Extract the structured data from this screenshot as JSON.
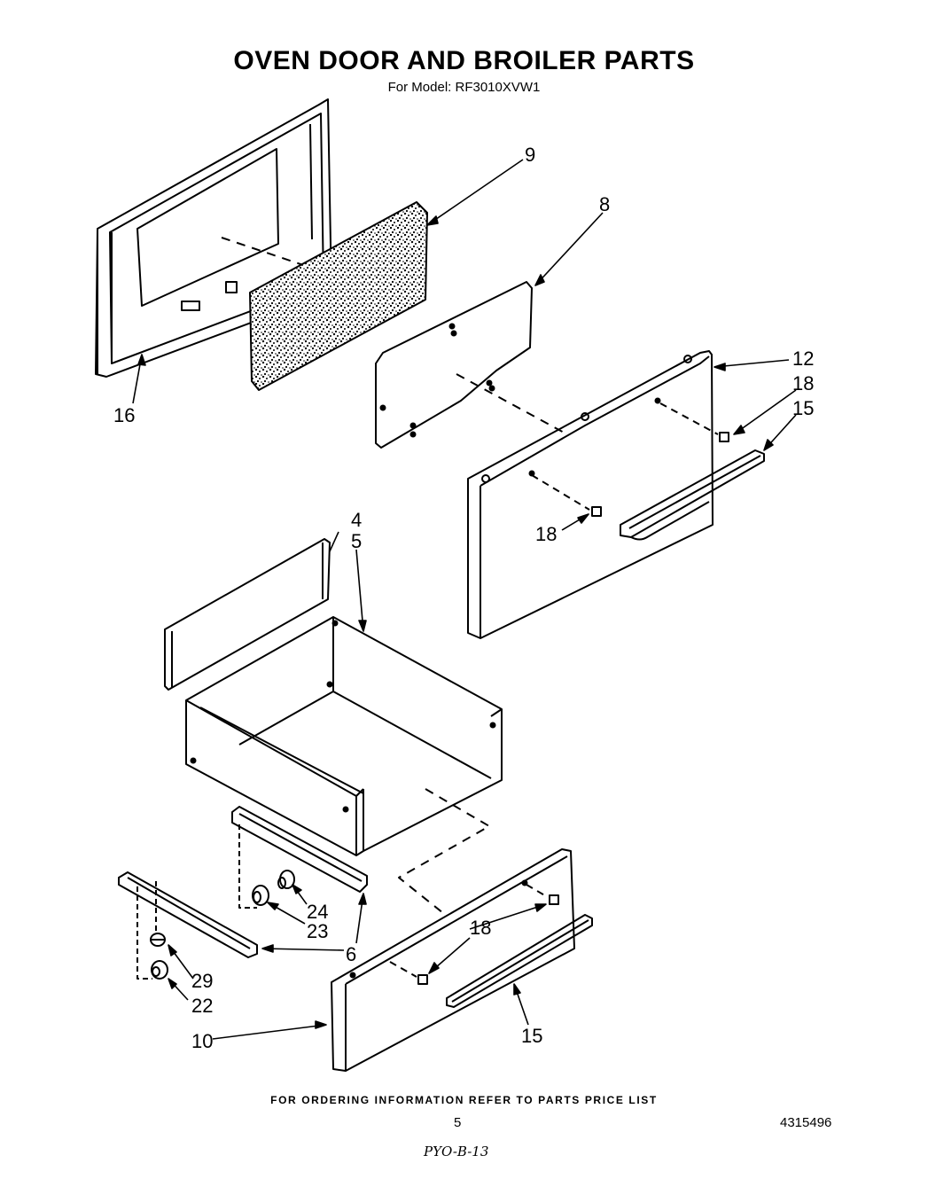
{
  "header": {
    "title": "OVEN DOOR AND BROILER PARTS",
    "subtitle": "For Model: RF3010XVW1"
  },
  "callouts": {
    "c9": "9",
    "c8": "8",
    "c16": "16",
    "c12": "12",
    "c18a": "18",
    "c15a": "15",
    "c18b": "18",
    "c4": "4",
    "c5": "5",
    "c24": "24",
    "c23": "23",
    "c6": "6",
    "c18c": "18",
    "c29": "29",
    "c22": "22",
    "c10": "10",
    "c15b": "15"
  },
  "footer": {
    "note": "FOR ORDERING INFORMATION REFER TO PARTS PRICE LIST",
    "page": "5",
    "doc_number": "4315496",
    "handwritten": "PYO-B-13"
  }
}
